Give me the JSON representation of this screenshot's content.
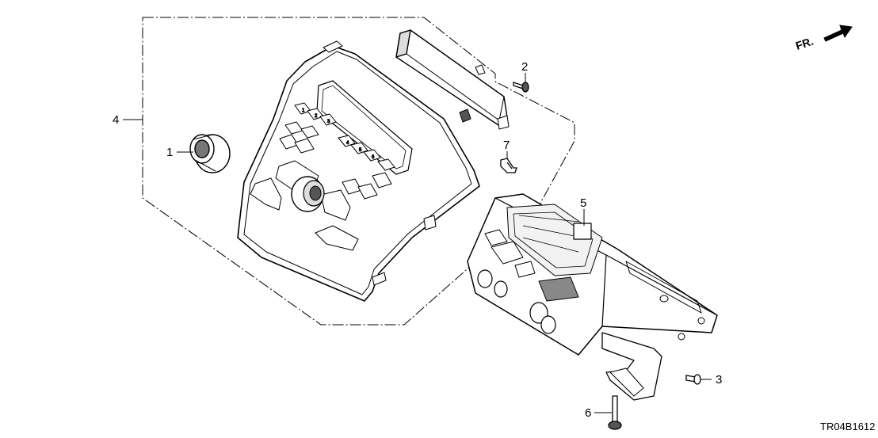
{
  "diagram": {
    "direction_marker": "FR.",
    "diagram_code": "TR04B1612",
    "callouts": [
      {
        "id": "1"
      },
      {
        "id": "2"
      },
      {
        "id": "3"
      },
      {
        "id": "4"
      },
      {
        "id": "5"
      },
      {
        "id": "6"
      },
      {
        "id": "7"
      }
    ]
  }
}
